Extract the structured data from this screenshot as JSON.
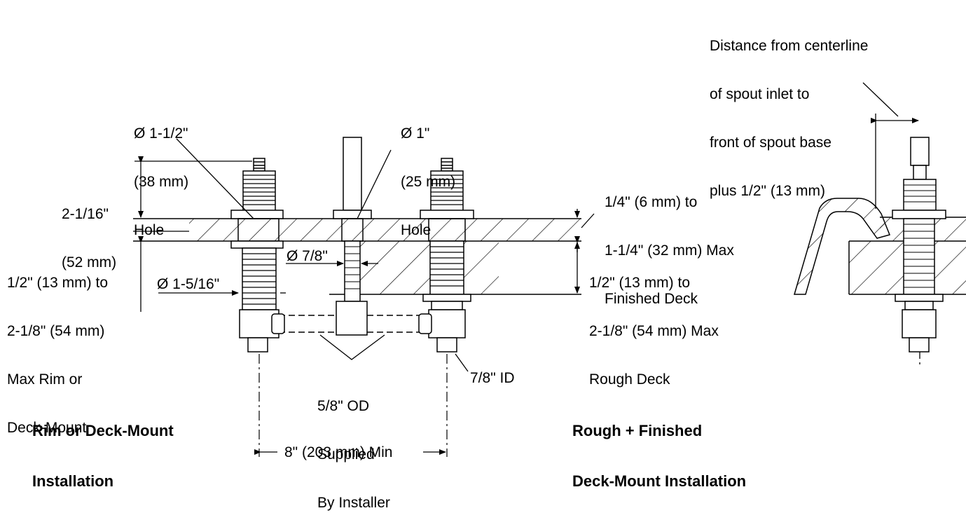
{
  "labels": {
    "hole_large": [
      "Ø 1-1/2\"",
      "(38 mm)",
      "Hole"
    ],
    "hole_small": [
      "Ø 1\"",
      "(25 mm)",
      "Hole"
    ],
    "height_above_deck": [
      "2-1/16\"",
      "(52 mm)"
    ],
    "rim_thickness": [
      "1/2\" (13 mm) to",
      "2-1/8\" (54 mm)",
      "Max Rim or",
      "Deck-Mount"
    ],
    "dia_1_5_16": "Ø 1-5/16\"",
    "dia_7_8": "Ø 7/8\"",
    "finished_deck": [
      "1/4\" (6 mm) to",
      "1-1/4\" (32 mm) Max",
      "Finished Deck"
    ],
    "rough_deck": [
      "1/2\" (13 mm) to",
      "2-1/8\" (54 mm) Max",
      "Rough Deck"
    ],
    "od_supplied": [
      "5/8\" OD",
      "Supplied",
      "By Installer"
    ],
    "id_label": "7/8\" ID",
    "spacing": "8\" (203 mm) Min",
    "spout_distance": [
      "Distance from centerline",
      "of spout inlet to",
      "front of spout base",
      "plus 1/2\" (13 mm)"
    ],
    "title_rim": [
      "Rim or Deck-Mount",
      "Installation"
    ],
    "title_rough": [
      "Rough + Finished",
      "Deck-Mount Installation"
    ]
  },
  "colors": {
    "ink": "#000000",
    "background": "#ffffff"
  }
}
